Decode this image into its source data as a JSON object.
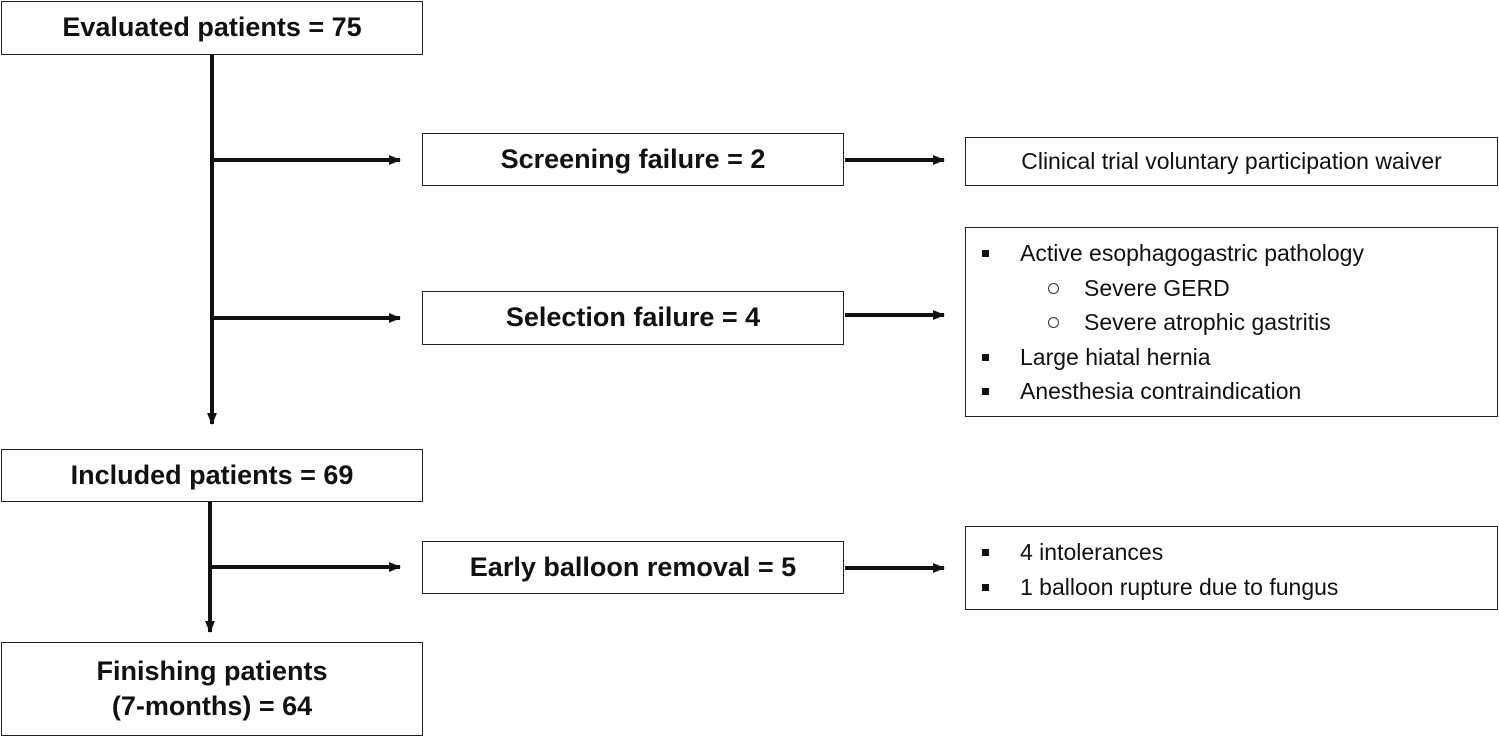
{
  "flow": {
    "evaluated": "Evaluated patients = 75",
    "screening_failure": "Screening failure = 2",
    "screening_reason": "Clinical trial voluntary participation waiver",
    "selection_failure": "Selection failure = 4",
    "selection_reasons": {
      "item1": "Active esophagogastric pathology",
      "item1_sub1": "Severe GERD",
      "item1_sub2": "Severe atrophic gastritis",
      "item2": "Large hiatal hernia",
      "item3": "Anesthesia contraindication"
    },
    "included": "Included patients = 69",
    "early_removal": "Early balloon removal = 5",
    "removal_reasons": {
      "item1": "4 intolerances",
      "item2": "1 balloon rupture due to fungus"
    },
    "finishing_line1": "Finishing patients",
    "finishing_line2": "(7-months) = 64"
  }
}
